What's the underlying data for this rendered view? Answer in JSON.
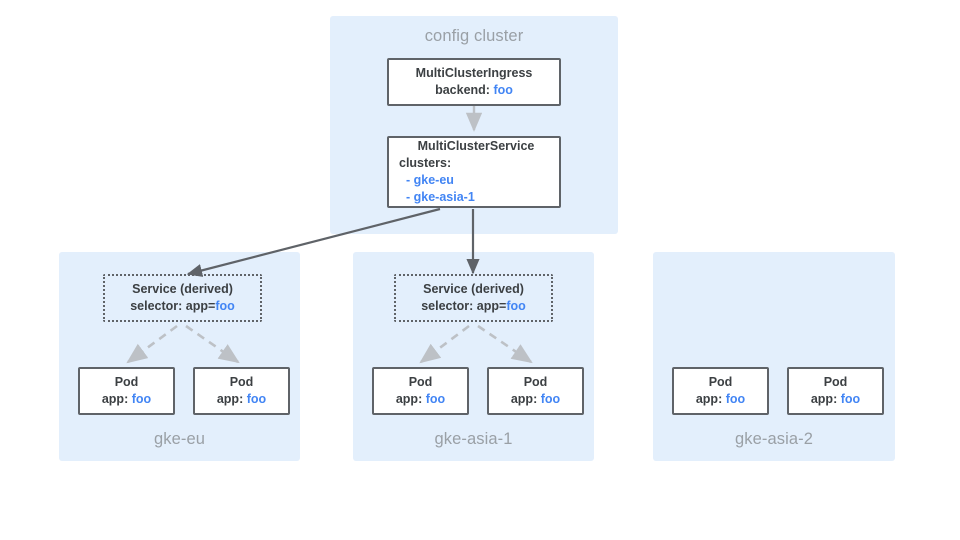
{
  "diagram": {
    "title_semantic": "multi-cluster-ingress-architecture",
    "colors": {
      "cluster_background": "#e3effc",
      "node_border": "#5f6368",
      "accent_blue": "#4285f4",
      "label_gray": "#9aa0a6",
      "text_dark": "#3c4043",
      "solid_edge": "#5f6368",
      "dashed_edge": "#bdc1c6"
    },
    "config_cluster": {
      "label": "config cluster",
      "nodes": [
        {
          "name": "multiclusteringress",
          "title": "MultiClusterIngress",
          "field_label": "backend:",
          "field_value": "foo"
        },
        {
          "name": "multiclusterservice",
          "title": "MultiClusterService",
          "field_label": "clusters:",
          "items": [
            "- gke-eu",
            "- gke-asia-1"
          ]
        }
      ]
    },
    "member_clusters": [
      {
        "name": "gke-eu",
        "label": "gke-eu",
        "has_service": true,
        "service": {
          "title": "Service (derived)",
          "selector_label": "selector: app=",
          "selector_value": "foo"
        },
        "pods": [
          {
            "title": "Pod",
            "field_label": "app:",
            "field_value": "foo"
          },
          {
            "title": "Pod",
            "field_label": "app:",
            "field_value": "foo"
          }
        ]
      },
      {
        "name": "gke-asia-1",
        "label": "gke-asia-1",
        "has_service": true,
        "service": {
          "title": "Service (derived)",
          "selector_label": "selector: app=",
          "selector_value": "foo"
        },
        "pods": [
          {
            "title": "Pod",
            "field_label": "app:",
            "field_value": "foo"
          },
          {
            "title": "Pod",
            "field_label": "app:",
            "field_value": "foo"
          }
        ]
      },
      {
        "name": "gke-asia-2",
        "label": "gke-asia-2",
        "has_service": false,
        "pods": [
          {
            "title": "Pod",
            "field_label": "app:",
            "field_value": "foo"
          },
          {
            "title": "Pod",
            "field_label": "app:",
            "field_value": "foo"
          }
        ]
      }
    ]
  }
}
